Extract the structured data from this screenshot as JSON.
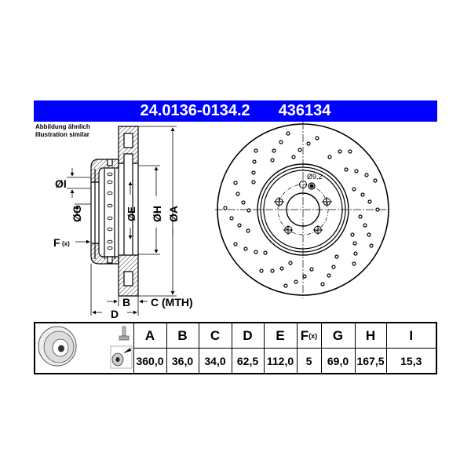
{
  "header": {
    "part_number": "24.0136-0134.2",
    "article_number": "436134",
    "background_color": "#0000ff"
  },
  "note": {
    "line1": "Abbildung ähnlich",
    "line2": "Illustration similar"
  },
  "side_view": {
    "labels": {
      "I": "ØI",
      "G": "ØG",
      "E": "ØE",
      "H": "ØH",
      "A": "ØA",
      "F": "F",
      "F_sub": "(x)",
      "B": "B",
      "C": "C (MTH)",
      "D": "D"
    }
  },
  "front_view": {
    "hole_label": "Ø9,2",
    "bolt_holes": 5
  },
  "table": {
    "icons": [
      "brake-disc-icon",
      "bolt-icon",
      "disc-bolt-detail-icon"
    ],
    "columns": [
      {
        "key": "A",
        "label": "A",
        "value": "360,0"
      },
      {
        "key": "B",
        "label": "B",
        "value": "36,0"
      },
      {
        "key": "C",
        "label": "C",
        "value": "34,0"
      },
      {
        "key": "D",
        "label": "D",
        "value": "62,5"
      },
      {
        "key": "E",
        "label": "E",
        "value": "112,0"
      },
      {
        "key": "F",
        "label": "F",
        "label_sub": "(x)",
        "value": "5"
      },
      {
        "key": "G",
        "label": "G",
        "value": "69,0"
      },
      {
        "key": "H",
        "label": "H",
        "value": "167,5"
      },
      {
        "key": "I",
        "label": "I",
        "value": "15,3"
      }
    ]
  }
}
